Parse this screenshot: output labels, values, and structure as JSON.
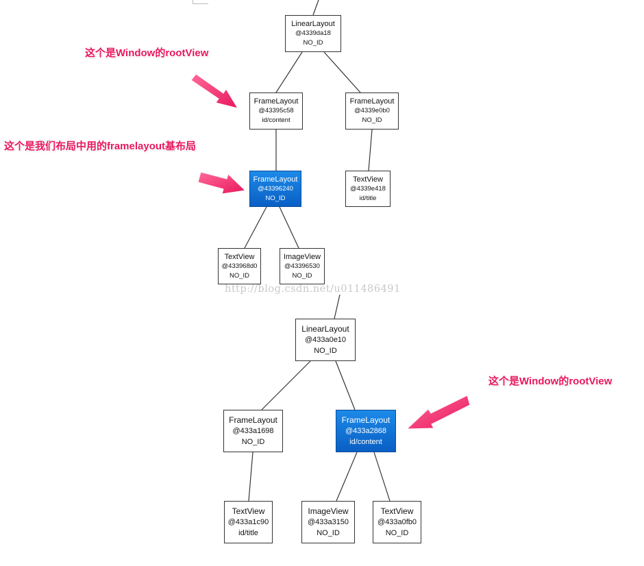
{
  "top_tree": {
    "root": {
      "title": "LinearLayout",
      "addr": "@4339da18",
      "id": "NO_ID"
    },
    "content_frame": {
      "title": "FrameLayout",
      "addr": "@43395c58",
      "id": "id/content"
    },
    "title_frame": {
      "title": "FrameLayout",
      "addr": "@4339e0b0",
      "id": "NO_ID"
    },
    "base_frame": {
      "title": "FrameLayout",
      "addr": "@43396240",
      "id": "NO_ID"
    },
    "title_text": {
      "title": "TextView",
      "addr": "@4339e418",
      "id": "id/title"
    },
    "text_view": {
      "title": "TextView",
      "addr": "@433968d0",
      "id": "NO_ID"
    },
    "image_view": {
      "title": "ImageView",
      "addr": "@43396530",
      "id": "NO_ID"
    }
  },
  "bottom_tree": {
    "root": {
      "title": "LinearLayout",
      "addr": "@433a0e10",
      "id": "NO_ID"
    },
    "title_frame": {
      "title": "FrameLayout",
      "addr": "@433a1698",
      "id": "NO_ID"
    },
    "content_frame": {
      "title": "FrameLayout",
      "addr": "@433a2868",
      "id": "id/content"
    },
    "title_text": {
      "title": "TextView",
      "addr": "@433a1c90",
      "id": "id/title"
    },
    "image_view": {
      "title": "ImageView",
      "addr": "@433a3150",
      "id": "NO_ID"
    },
    "text_view": {
      "title": "TextView",
      "addr": "@433a0fb0",
      "id": "NO_ID"
    }
  },
  "annotations": {
    "top_root_view": "这个是Window的rootView",
    "top_framelayout": "这个是我们布局中用的framelayout基布局",
    "bottom_root_view": "这个是Window的rootView"
  },
  "watermark": "http://blog.csdn.net/u011486491",
  "colors": {
    "highlight": "#1277d8",
    "annotation": "#e8175d",
    "line": "#333333"
  }
}
